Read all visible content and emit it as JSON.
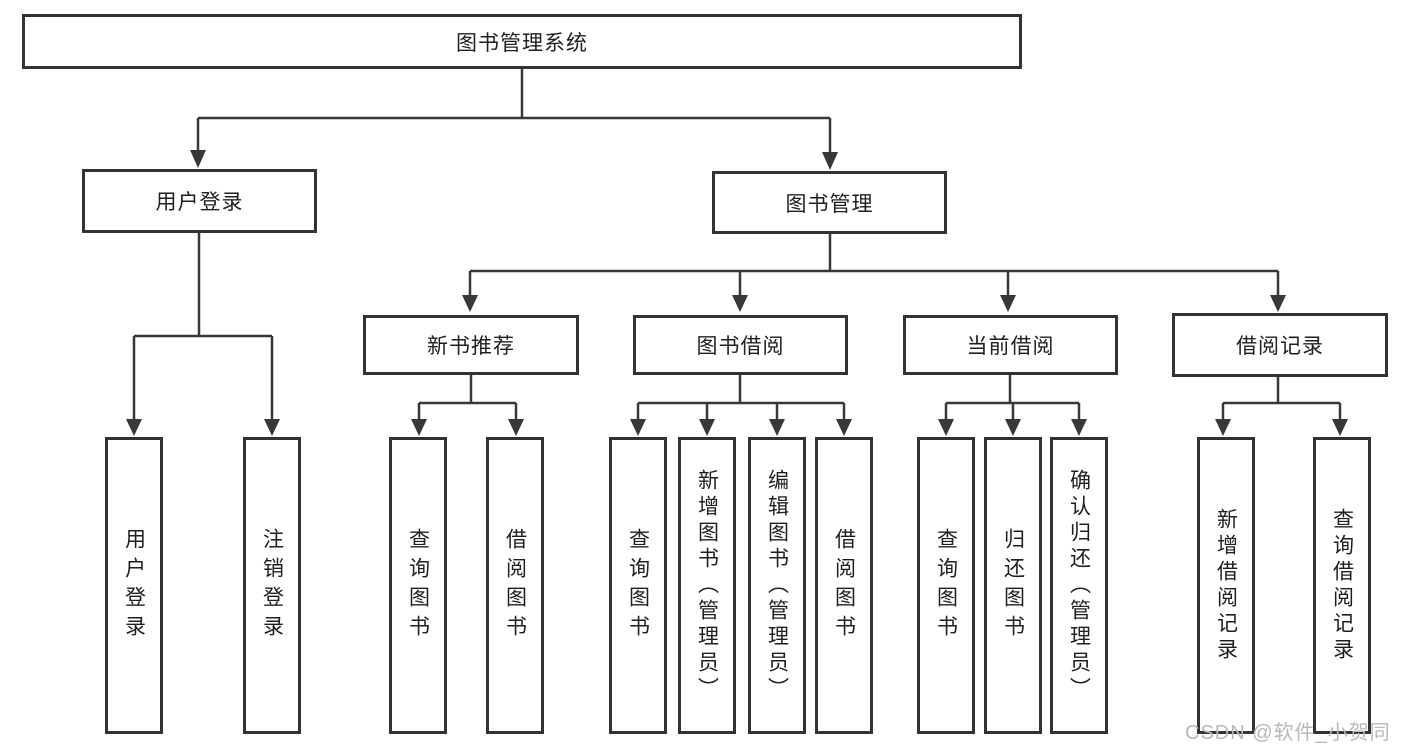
{
  "diagram": {
    "root": "图书管理系统",
    "level2": [
      "用户登录",
      "图书管理"
    ],
    "level3": [
      "新书推荐",
      "图书借阅",
      "当前借阅",
      "借阅记录"
    ],
    "leaves": {
      "user_login": [
        "用户登录",
        "注销登录"
      ],
      "new_book_recommend": [
        "查询图书",
        "借阅图书"
      ],
      "book_borrow": [
        "查询图书",
        "新增图书（管理员）",
        "编辑图书（管理员）",
        "借阅图书"
      ],
      "current_borrow": [
        "查询图书",
        "归还图书",
        "确认归还（管理员）"
      ],
      "borrow_record": [
        "新增借阅记录",
        "查询借阅记录"
      ]
    },
    "watermark": "CSDN @软件_小贺同学",
    "colors": {
      "line": "#383838",
      "border": "#333333",
      "text": "#1f1f1f",
      "background": "#ffffff",
      "watermark": "#b9b9b9"
    }
  }
}
